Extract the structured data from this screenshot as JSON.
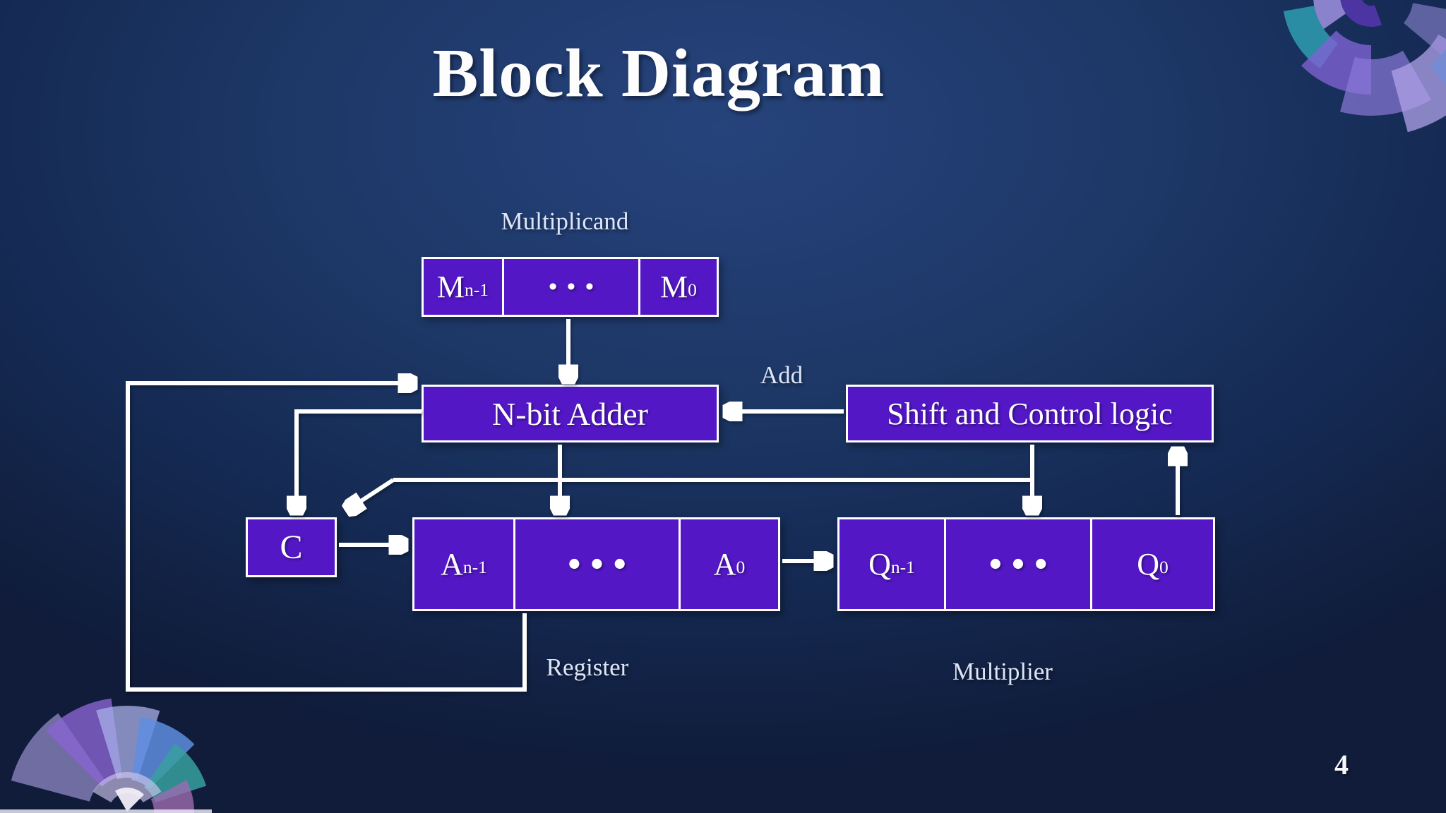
{
  "slide": {
    "title": "Block Diagram",
    "page_number": "4"
  },
  "labels": {
    "multiplicand": "Multiplicand",
    "add": "Add",
    "register": "Register",
    "multiplier": "Multiplier"
  },
  "boxes": {
    "adder": "N-bit Adder",
    "control": "Shift and Control logic",
    "carry": "C",
    "m": {
      "hi_base": "M",
      "hi_sub": "n-1",
      "dots": "•••",
      "lo_base": "M",
      "lo_sub": "0"
    },
    "a": {
      "hi_base": "A",
      "hi_sub": "n-1",
      "dots": "•••",
      "lo_base": "A",
      "lo_sub": "0"
    },
    "q": {
      "hi_base": "Q",
      "hi_sub": "n-1",
      "dots": "•••",
      "lo_base": "Q",
      "lo_sub": "0"
    }
  },
  "colors": {
    "background_top": "#26437c",
    "background_bottom": "#101c3a",
    "box_fill": "#5317c6",
    "box_border": "#ffffff",
    "connector": "#ffffff",
    "title_text": "#fdfdfe",
    "label_text": "#dde6f8"
  }
}
